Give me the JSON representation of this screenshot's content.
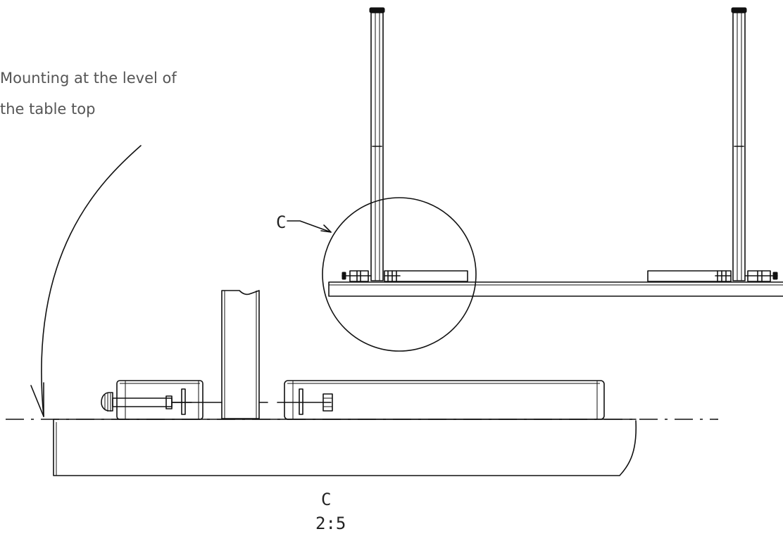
{
  "annotation": {
    "line1": "Mounting at the level of",
    "line2": "the table top"
  },
  "callout": {
    "detail_label": "C"
  },
  "detail_caption": {
    "label": "C",
    "scale": "2:5"
  }
}
